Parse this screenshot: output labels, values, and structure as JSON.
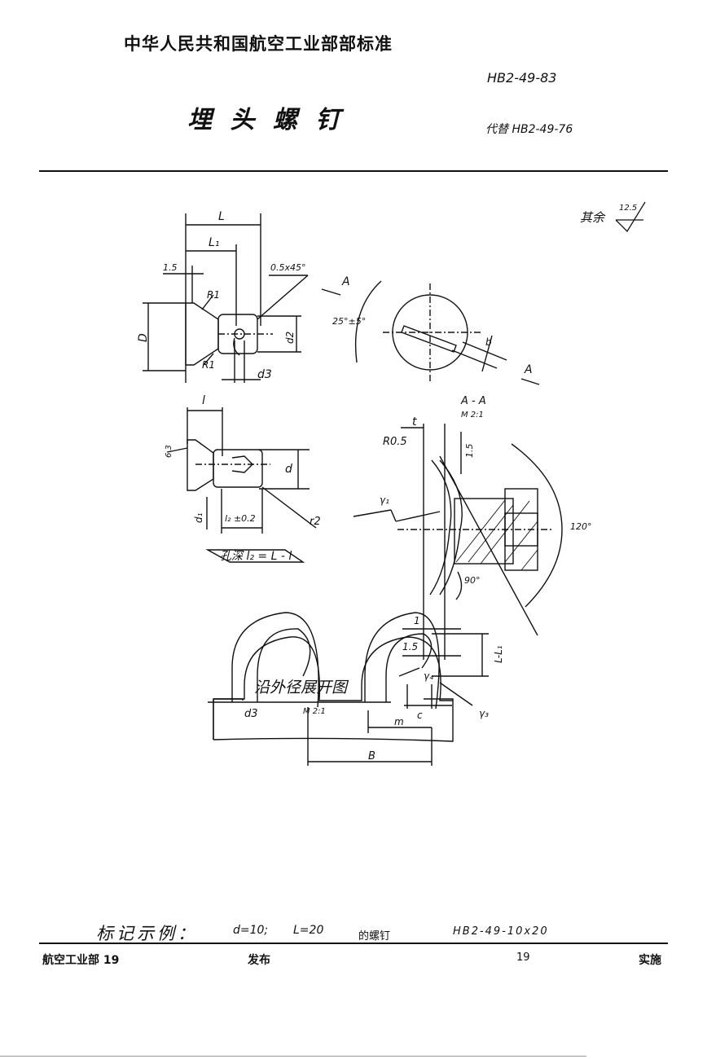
{
  "header": {
    "org_title": "中华人民共和国航空工业部部标准",
    "std_number": "HB2-49-83",
    "doc_title": "埋 头 螺 钉",
    "replaces": "代替 HB2-49-76"
  },
  "drawing": {
    "roughness_note": "其余",
    "roughness_value": "12.5",
    "dims": {
      "L": "L",
      "L1": "L₁",
      "d15a": "1.5",
      "chamfer": "0.5x45°",
      "R1a": "R1",
      "R1b": "R1",
      "D": "D",
      "d2": "d2",
      "d3": "d3",
      "A1": "A",
      "A2": "A",
      "angle": "25°±5°",
      "b": "b",
      "section": "A - A",
      "section_scale": "M 2:1",
      "t": "t",
      "R05": "R0.5",
      "d15b": "1.5",
      "l": "l",
      "r63": "6.3",
      "d": "d",
      "d1": "d₁",
      "l2": "l₂ ±0.2",
      "r2": "r2",
      "hole_depth": "孔深 l₂ = L - l",
      "gamma1": "γ₁",
      "a120": "120°",
      "a90": "90°",
      "one": "1",
      "d15c": "1.5"
    },
    "unfold_title": "沿外径展开图",
    "unfold_scale": "M 2:1",
    "unfold_dims": {
      "L_L1": "L-L₁",
      "gamma4": "γ₄",
      "gamma3": "γ₃",
      "d3": "d3",
      "c": "c",
      "m": "m",
      "B": "B"
    }
  },
  "marking": {
    "label": "标记示例：",
    "d": "d=10;",
    "L": "L=20",
    "desc": "的螺钉",
    "code": "HB2-49-10x20"
  },
  "footer": {
    "publisher": "航空工业部 19",
    "issued": "发布",
    "year": "19",
    "effective": "实施"
  }
}
